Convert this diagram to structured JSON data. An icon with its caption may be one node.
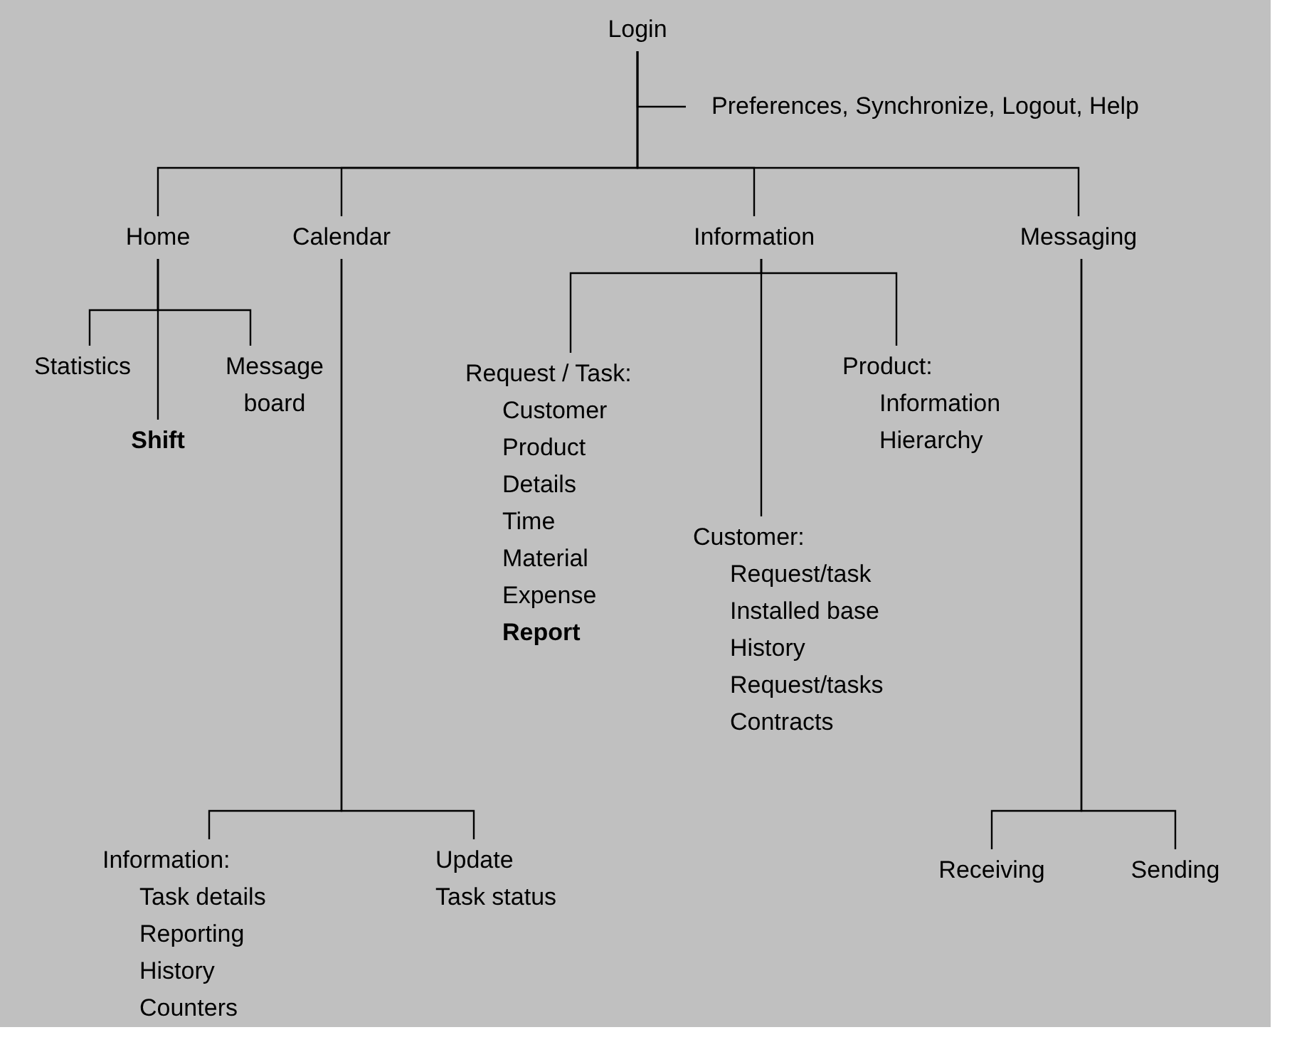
{
  "diagram": {
    "nodes": [
      {
        "text": [
          "Login"
        ]
      },
      {
        "text": [
          "Preferences, Synchronize, Logout, Help"
        ]
      },
      {
        "text": [
          "Home"
        ]
      },
      {
        "text": [
          "Calendar"
        ]
      },
      {
        "text": [
          "Information"
        ]
      },
      {
        "text": [
          "Messaging"
        ]
      },
      {
        "text": [
          "Statistics"
        ]
      },
      {
        "text": [
          "Message board"
        ]
      },
      {
        "text": [
          "Shift"
        ]
      },
      {
        "text": [
          "Request / Task:",
          "Customer",
          "Product",
          "Details",
          "Time",
          "Material",
          "Expense",
          "Report"
        ]
      },
      {
        "text": [
          "Customer:",
          "Request/task",
          "Installed base",
          "History",
          "Request/tasks",
          "Contracts"
        ]
      },
      {
        "text": [
          "Product:",
          "Information",
          "Hierarchy"
        ]
      },
      {
        "text": [
          "Information:",
          "Task details",
          "Reporting",
          "History",
          "Counters"
        ]
      },
      {
        "text": [
          "Update",
          "Task status"
        ]
      },
      {
        "text": [
          "Receiving"
        ]
      },
      {
        "text": [
          "Sending"
        ]
      }
    ],
    "edges": [
      {
        "from": 0,
        "to": 1,
        "arrow": "none"
      },
      {
        "from": 0,
        "to": 2,
        "arrow": "none"
      },
      {
        "from": 0,
        "to": 3,
        "arrow": "none"
      },
      {
        "from": 0,
        "to": 4,
        "arrow": "none"
      },
      {
        "from": 0,
        "to": 5,
        "arrow": "none"
      },
      {
        "from": 2,
        "to": 6,
        "arrow": "none"
      },
      {
        "from": 2,
        "to": 8,
        "arrow": "none"
      },
      {
        "from": 2,
        "to": 7,
        "arrow": "none"
      },
      {
        "from": 3,
        "to": 12,
        "arrow": "none"
      },
      {
        "from": 3,
        "to": 13,
        "arrow": "none"
      },
      {
        "from": 4,
        "to": 9,
        "arrow": "none"
      },
      {
        "from": 4,
        "to": 10,
        "arrow": "none"
      },
      {
        "from": 4,
        "to": 11,
        "arrow": "none"
      },
      {
        "from": 5,
        "to": 14,
        "arrow": "none"
      },
      {
        "from": 5,
        "to": 15,
        "arrow": "none"
      }
    ]
  }
}
